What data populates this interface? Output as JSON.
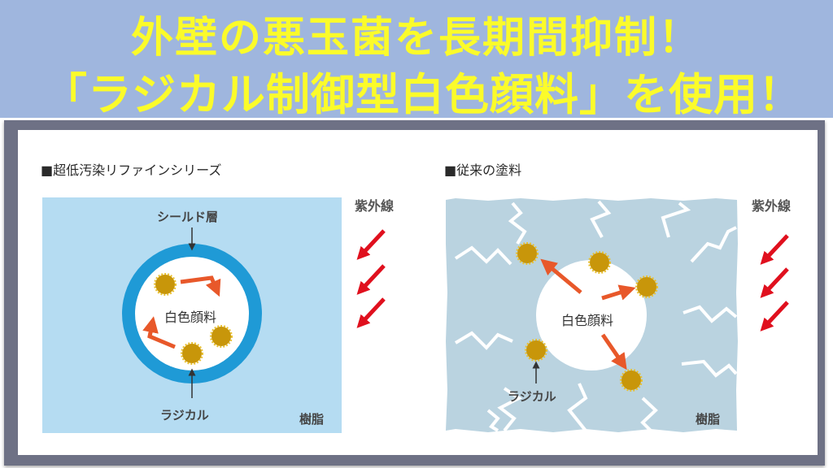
{
  "banner": {
    "line1": "外壁の悪玉菌を長期間抑制！",
    "line2": "「ラジカル制御型白色顔料」を使用！",
    "background_color": "#9fb6de",
    "text_color": "#fbfb2a"
  },
  "left_diagram": {
    "title": "■超低汚染リファインシリーズ",
    "uv_label": "紫外線",
    "shield_label": "シールド層",
    "pigment_label": "白色顔料",
    "radical_label": "ラジカル",
    "resin_label": "樹脂",
    "background_color": "#b5dcf2",
    "shield_color": "#1f9ad6"
  },
  "right_diagram": {
    "title": "■従来の塗料",
    "uv_label": "紫外線",
    "pigment_label": "白色顔料",
    "radical_label": "ラジカル",
    "resin_label": "樹脂",
    "background_color": "#bad3e0"
  },
  "colors": {
    "radical": "#c8960a",
    "arrow_orange": "#e8582a",
    "uv_arrow_red": "#e0101e",
    "frame": "#6e7185"
  }
}
